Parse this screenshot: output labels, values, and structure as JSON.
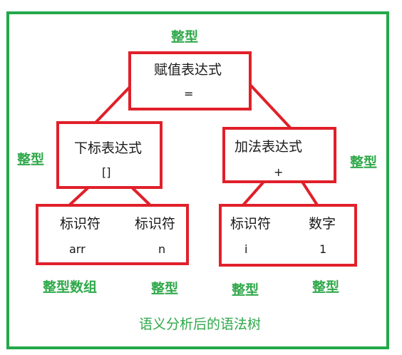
{
  "colors": {
    "border": "#23a84a",
    "box": "#e0202a",
    "edge": "#e0202a",
    "annotation": "#2fa84a",
    "text": "#1a1a1a"
  },
  "root": {
    "label": "赋值表达式",
    "op": "=",
    "type": "整型"
  },
  "left": {
    "label": "下标表达式",
    "op": "[]",
    "type": "整型"
  },
  "right": {
    "label": "加法表达式",
    "op": "+",
    "type": "整型"
  },
  "ll": {
    "label1": "标识符",
    "value1": "arr",
    "label2": "标识符",
    "value2": "n",
    "type1": "整型数组",
    "type2": "整型"
  },
  "rl": {
    "label1": "标识符",
    "value1": "i",
    "label2": "数字",
    "value2": "1",
    "type1": "整型",
    "type2": "整型"
  },
  "caption": "语义分析后的语法树"
}
